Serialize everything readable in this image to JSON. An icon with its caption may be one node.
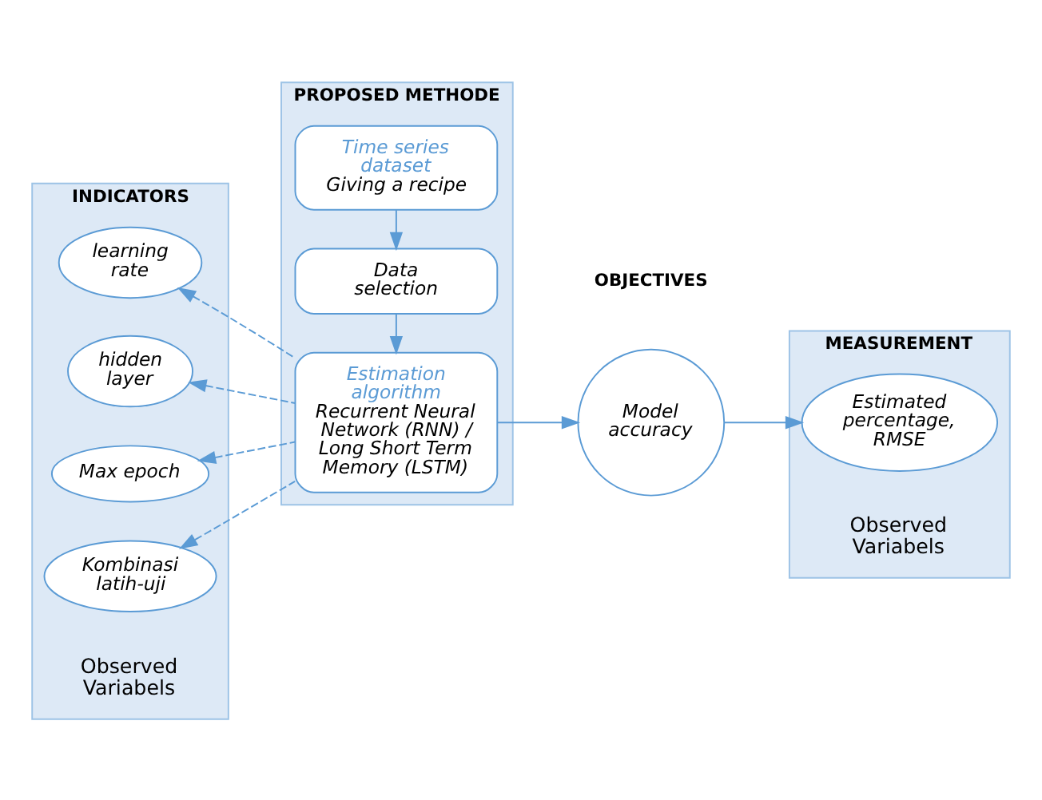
{
  "diagram": {
    "nodes": [
      {
        "text": [
          "INDICATORS",
          "Observed Variabels"
        ]
      },
      {
        "text": [
          "learning rate"
        ],
        "in": 0
      },
      {
        "text": [
          "hidden layer"
        ],
        "in": 0
      },
      {
        "text": [
          "Max epoch"
        ],
        "in": 0
      },
      {
        "text": [
          "Kombinasi latih-uji"
        ],
        "in": 0
      },
      {
        "text": [
          "PROPOSED METHODE"
        ]
      },
      {
        "text": [
          "Time series dataset",
          "Giving a recipe"
        ],
        "in": 5
      },
      {
        "text": [
          "Data selection"
        ],
        "in": 5
      },
      {
        "text": [
          "Estimation algorithm",
          "Recurrent Neural Network (RNN) / Long Short Term Memory (LSTM)"
        ],
        "in": 5
      },
      {
        "text": [
          "Model accuracy"
        ]
      },
      {
        "text": [
          "MEASUREMENT",
          "Observed Variabels"
        ]
      },
      {
        "text": [
          "Estimated percentage, RMSE"
        ],
        "in": 10
      }
    ],
    "edges": [
      {
        "from": 6,
        "to": 7,
        "arrow": "to"
      },
      {
        "from": 7,
        "to": 8,
        "arrow": "to"
      },
      {
        "from": 8,
        "to": 1,
        "arrow": "to",
        "style": "dashed"
      },
      {
        "from": 8,
        "to": 2,
        "arrow": "to",
        "style": "dashed"
      },
      {
        "from": 8,
        "to": 3,
        "arrow": "to",
        "style": "dashed"
      },
      {
        "from": 8,
        "to": 4,
        "arrow": "to",
        "style": "dashed"
      },
      {
        "from": 8,
        "to": 9,
        "arrow": "to"
      },
      {
        "from": 9,
        "to": 11,
        "arrow": "to"
      }
    ],
    "labels": [
      "OBJECTIVES"
    ]
  }
}
